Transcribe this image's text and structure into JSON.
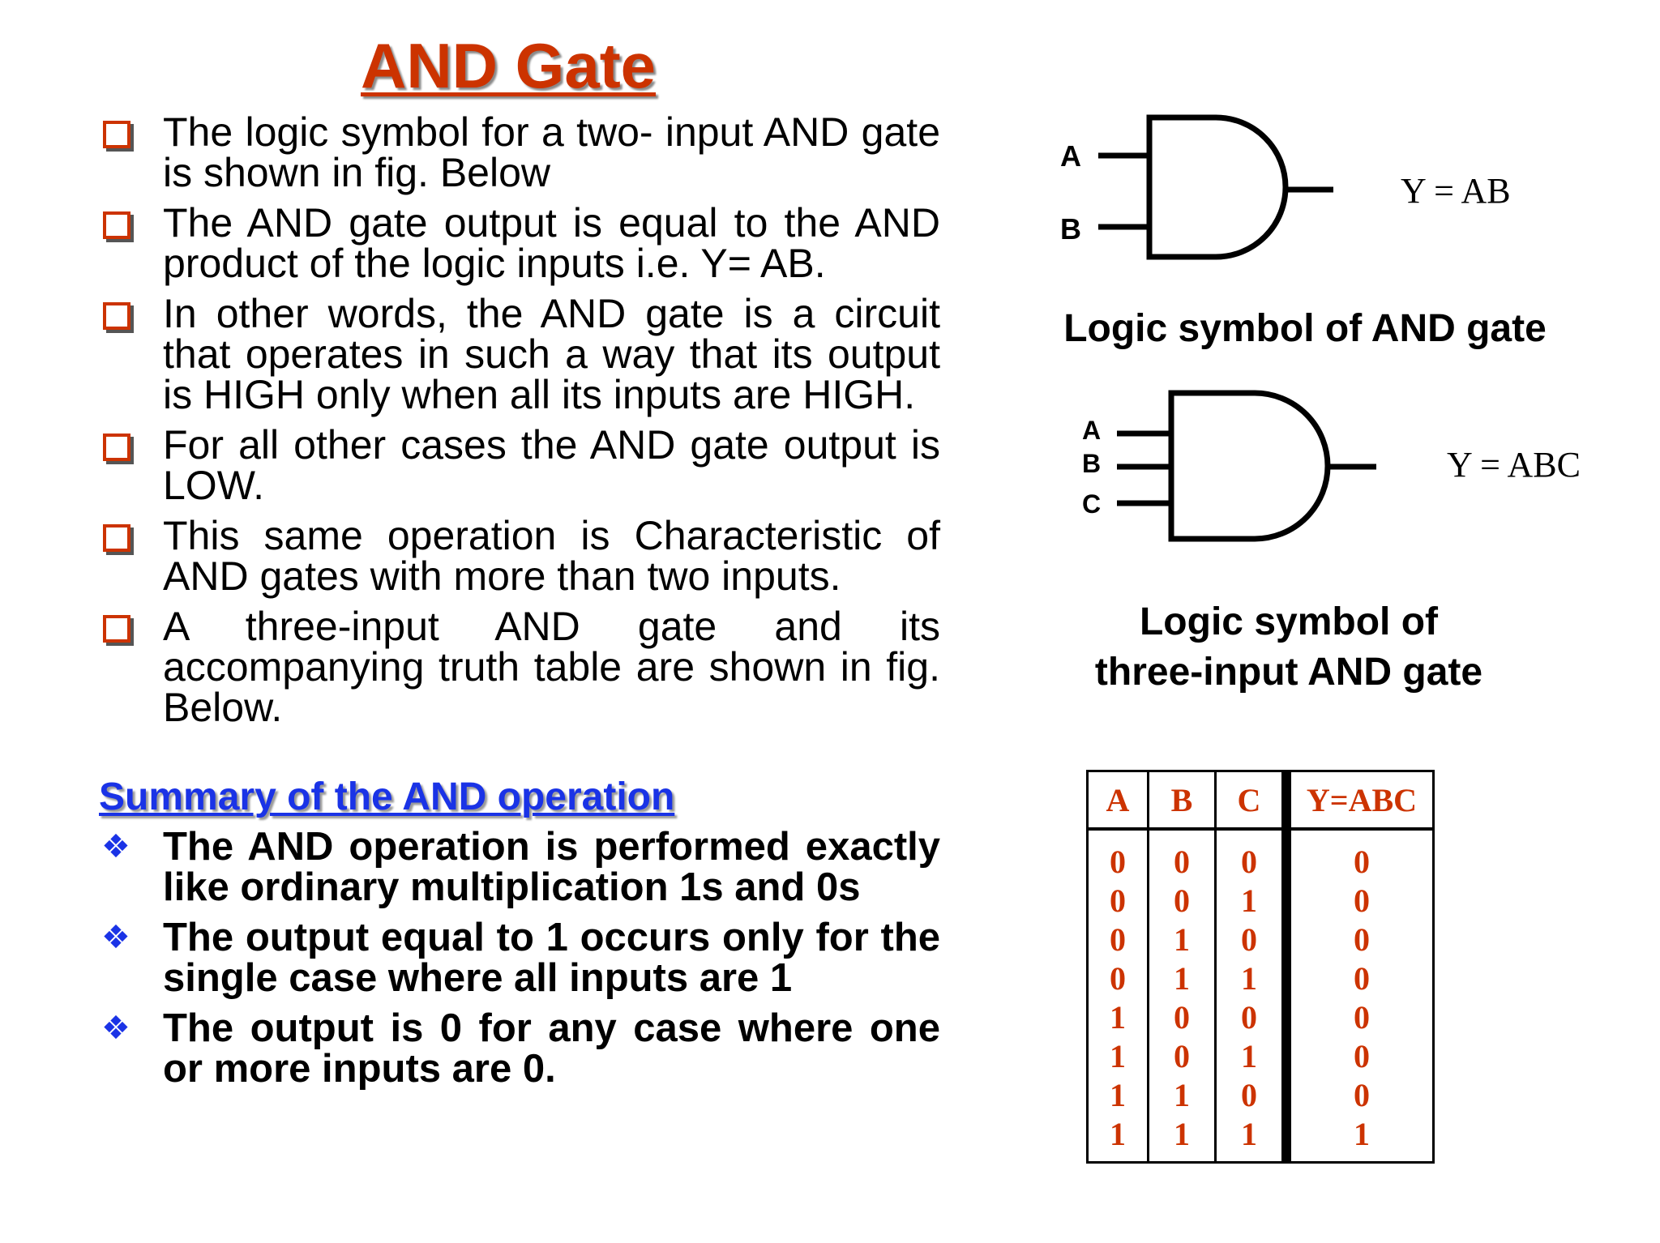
{
  "title": "AND Gate",
  "bullets": [
    "The logic symbol for a two- input AND gate is shown in fig. Below",
    "The AND gate output is equal to the AND product of the logic inputs i.e. Y= AB.",
    "In other words, the AND gate is a circuit that operates in such a way that its output is HIGH only when all its inputs are HIGH.",
    "For all other cases the AND gate output is LOW.",
    "This same operation is Characteristic of AND gates with more than two inputs.",
    "A three-input AND gate and its accompanying truth table are shown in fig. Below."
  ],
  "summary": {
    "title": "Summary of the AND operation",
    "items": [
      "The AND operation is performed exactly like ordinary multiplication 1s and 0s",
      "The output equal to 1 occurs only for the single case where all inputs are 1",
      "The output is 0 for any case where one or more inputs are 0."
    ]
  },
  "gate2": {
    "input_a": "A",
    "input_b": "B",
    "output": "Y = AB",
    "caption": "Logic symbol of AND gate"
  },
  "gate3": {
    "input_a": "A",
    "input_b": "B",
    "input_c": "C",
    "output": "Y = ABC",
    "caption_line1": "Logic symbol of",
    "caption_line2": "three-input AND gate"
  },
  "truth_table": {
    "headers": [
      "A",
      "B",
      "C",
      "Y=ABC"
    ],
    "rows": [
      [
        "0",
        "0",
        "0",
        "0"
      ],
      [
        "0",
        "0",
        "1",
        "0"
      ],
      [
        "0",
        "1",
        "0",
        "0"
      ],
      [
        "0",
        "1",
        "1",
        "0"
      ],
      [
        "1",
        "0",
        "0",
        "0"
      ],
      [
        "1",
        "0",
        "1",
        "0"
      ],
      [
        "1",
        "1",
        "0",
        "0"
      ],
      [
        "1",
        "1",
        "1",
        "1"
      ]
    ]
  },
  "colors": {
    "title": "#cc3300",
    "summary_title": "#1a33e6",
    "table_text": "#cc3300",
    "bullet_box": "#cc3300",
    "diamond": "#1a33e6"
  }
}
